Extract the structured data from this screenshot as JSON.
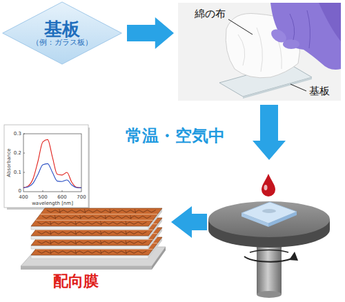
{
  "diagram": {
    "nodes": [
      {
        "text": [
          "基板",
          "（例：ガラス板）"
        ]
      },
      {
        "text": [
          "綿の布",
          "基板"
        ]
      },
      {
        "text": [
          "配向膜"
        ]
      }
    ],
    "edges": [
      {
        "from": 0,
        "to": 1,
        "arrow": "to"
      }
    ],
    "labels": [
      "常温・空気中",
      "0.3",
      "0.2",
      "0.1",
      "0",
      "400",
      "500",
      "600",
      "700",
      "Absorbance",
      "wavelength [nm]"
    ]
  }
}
